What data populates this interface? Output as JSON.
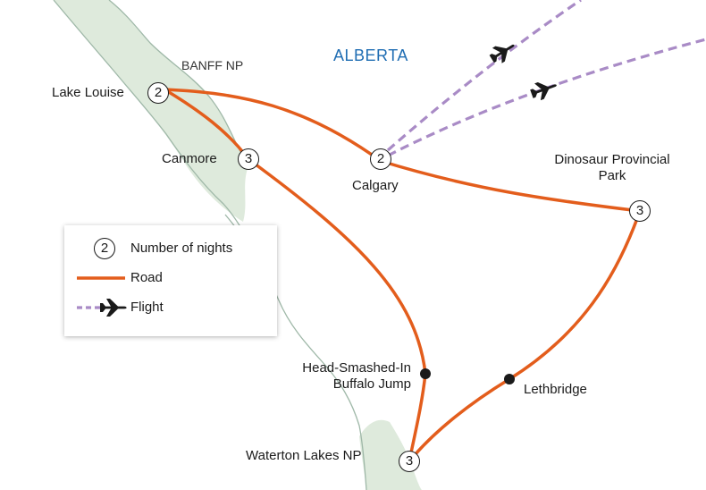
{
  "map": {
    "region_label": "ALBERTA",
    "park_label": "BANFF NP",
    "colors": {
      "road": "#e35d1c",
      "flight": "#a98bc6",
      "park_fill": "#deeadc",
      "boundary": "#9fb8a8",
      "region_text": "#1f6db3"
    },
    "places": {
      "lake_louise": {
        "name": "Lake Louise",
        "nights": "2"
      },
      "canmore": {
        "name": "Canmore",
        "nights": "3"
      },
      "calgary": {
        "name": "Calgary",
        "nights": "2"
      },
      "dinosaur": {
        "name": "Dinosaur Provincial Park",
        "nights": "3"
      },
      "head_smashed": {
        "name": "Head-Smashed-In Buffalo Jump"
      },
      "lethbridge": {
        "name": "Lethbridge"
      },
      "waterton": {
        "name": "Waterton Lakes NP",
        "nights": "3"
      }
    },
    "icons": {
      "flight_icon": "airplane-icon"
    }
  },
  "legend": {
    "nights_example": "2",
    "nights_label": "Number of nights",
    "road_label": "Road",
    "flight_label": "Flight"
  }
}
